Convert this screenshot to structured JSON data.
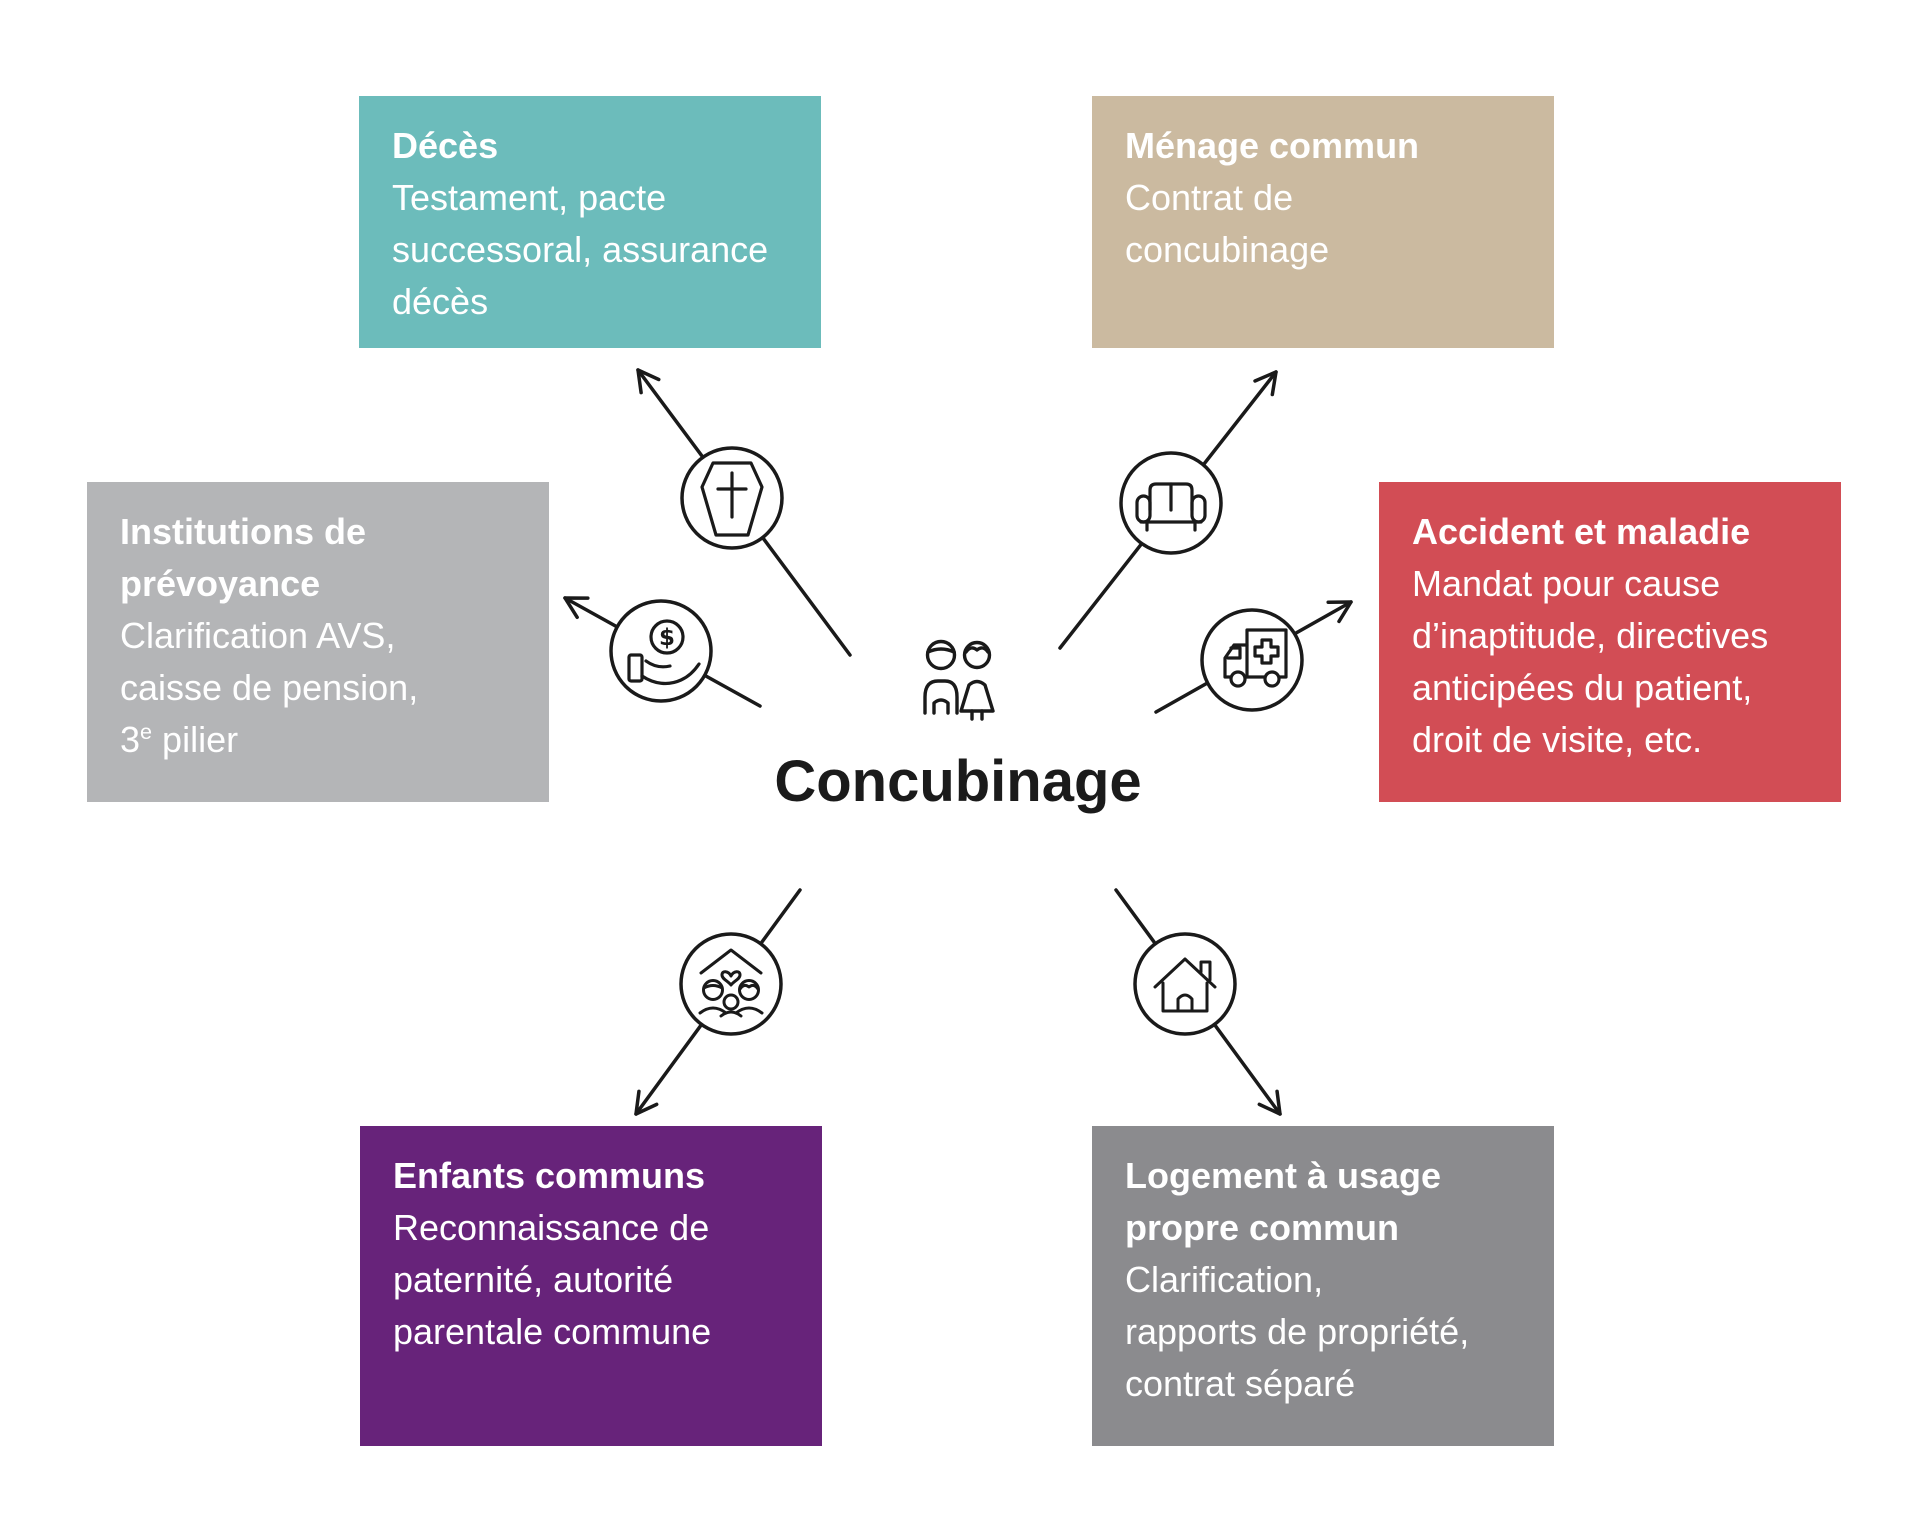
{
  "title": "Concubinage",
  "colors": {
    "line": "#1a1a1a",
    "teal": "#6CBCBB",
    "beige": "#CBBAA0",
    "gray_light": "#B4B5B7",
    "red": "#D24D55",
    "purple": "#67237A",
    "gray_dark": "#8B8B8E",
    "text_on_box": "#FFFFFF"
  },
  "nodes": {
    "deces": {
      "title": "Décès",
      "lines": [
        "Testament, pacte",
        "successoral, assurance",
        "décès"
      ],
      "color": "#6CBCBB",
      "icon": "coffin-icon"
    },
    "menage": {
      "title": "Ménage commun",
      "lines": [
        "Contrat de",
        "concubinage"
      ],
      "color": "#CBBAA0",
      "icon": "sofa-icon"
    },
    "institutions": {
      "title": "Institutions de prévoyance",
      "lines": [
        "Clarification AVS,",
        "caisse de pension,"
      ],
      "line3": {
        "base": "3",
        "sup": "e",
        "rest": " pilier"
      },
      "color": "#B4B5B7",
      "icon": "hand-coin-icon"
    },
    "accident": {
      "title": "Accident et maladie",
      "lines": [
        "Mandat pour cause",
        "d’inaptitude, directives",
        "anticipées du patient,",
        "droit de visite, etc."
      ],
      "color": "#D24D55",
      "icon": "ambulance-icon"
    },
    "enfants": {
      "title": "Enfants communs",
      "lines": [
        "Reconnaissance de",
        "paternité, autorité",
        "parentale commune"
      ],
      "color": "#67237A",
      "icon": "family-icon"
    },
    "logement": {
      "title": "Logement à usage propre commun",
      "lines": [
        "Clarification,",
        "rapports de propriété,",
        "contrat séparé"
      ],
      "color": "#8B8B8E",
      "icon": "house-icon"
    }
  }
}
